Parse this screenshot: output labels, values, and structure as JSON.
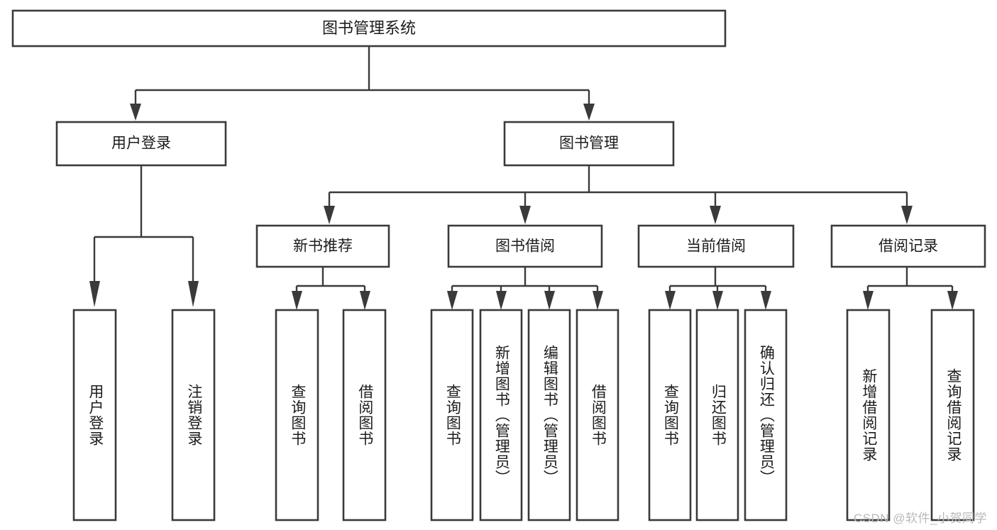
{
  "diagram": {
    "title": "图书管理系统",
    "type": "tree-hierarchy",
    "orientation": "top-down"
  },
  "nodes": {
    "root": {
      "label": "图书管理系统"
    },
    "level2": [
      {
        "id": "user-login",
        "label": "用户登录"
      },
      {
        "id": "book-management",
        "label": "图书管理"
      }
    ],
    "level3": [
      {
        "id": "new-book-recommend",
        "label": "新书推荐"
      },
      {
        "id": "book-borrow",
        "label": "图书借阅"
      },
      {
        "id": "current-borrow",
        "label": "当前借阅"
      },
      {
        "id": "borrow-record",
        "label": "借阅记录"
      }
    ],
    "leaves": [
      {
        "id": "leaf-user-login",
        "label": "用户登录",
        "parent": "user-login"
      },
      {
        "id": "leaf-logout",
        "label": "注销登录",
        "parent": "user-login"
      },
      {
        "id": "leaf-query-book-1",
        "label": "查询图书",
        "parent": "new-book-recommend"
      },
      {
        "id": "leaf-borrow-book-1",
        "label": "借阅图书",
        "parent": "new-book-recommend"
      },
      {
        "id": "leaf-query-book-2",
        "label": "查询图书",
        "parent": "book-borrow"
      },
      {
        "id": "leaf-add-book",
        "label": "新增图书（管理员）",
        "parent": "book-borrow"
      },
      {
        "id": "leaf-edit-book",
        "label": "编辑图书（管理员）",
        "parent": "book-borrow"
      },
      {
        "id": "leaf-borrow-book-2",
        "label": "借阅图书",
        "parent": "book-borrow"
      },
      {
        "id": "leaf-query-book-3",
        "label": "查询图书",
        "parent": "current-borrow"
      },
      {
        "id": "leaf-return-book",
        "label": "归还图书",
        "parent": "current-borrow"
      },
      {
        "id": "leaf-confirm-return",
        "label": "确认归还（管理员）",
        "parent": "current-borrow"
      },
      {
        "id": "leaf-add-record",
        "label": "新增借阅记录",
        "parent": "borrow-record"
      },
      {
        "id": "leaf-query-record",
        "label": "查询借阅记录",
        "parent": "borrow-record"
      }
    ]
  },
  "watermark": {
    "text": "CSDN @软件_小贺同学"
  },
  "colors": {
    "stroke": "#3a3a3a",
    "text": "#1c1c1c",
    "background": "#ffffff",
    "watermark": "#b9b9b9"
  }
}
